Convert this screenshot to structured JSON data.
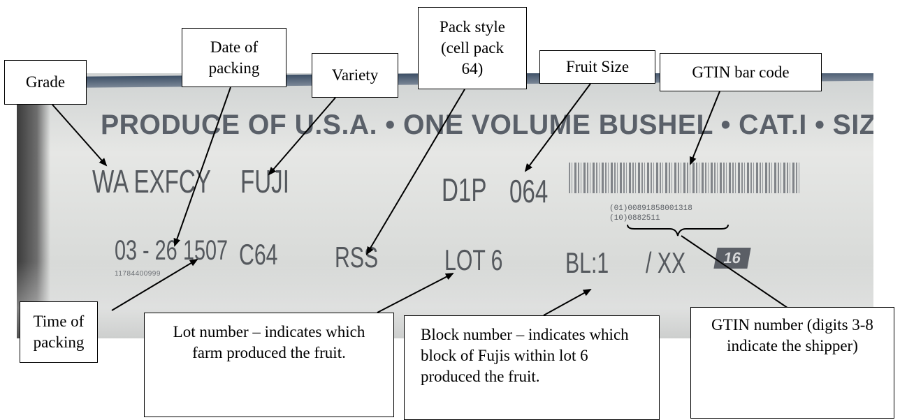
{
  "labels": {
    "grade": "Grade",
    "date_of_packing": "Date of packing",
    "variety": "Variety",
    "pack_style": "Pack style (cell pack 64)",
    "fruit_size": "Fruit Size",
    "gtin_bar_code": "GTIN bar code",
    "time_of_packing": "Time of packing",
    "lot_number": "Lot number – indicates which farm produced the fruit.",
    "block_number": "Block number – indicates which block of Fujis within lot 6 produced the fruit.",
    "gtin_number": "GTIN number (digits 3-8 indicate the shipper)"
  },
  "carton": {
    "headline": "PRODUCE OF U.S.A. • ONE VOLUME BUSHEL • CAT.I • SIZE",
    "grade_code": "WA EXFCY",
    "variety_code": "FUJI",
    "pack_code": "D1P",
    "size_code": "064",
    "date_code": "03 - 26",
    "time_code": "1507",
    "cell_code": "C64",
    "packer_code": "RSS",
    "lot_code": "LOT 6",
    "block_code": "BL:1",
    "xx_code": "/ XX",
    "badge_code": "16",
    "gtin_line_1": "(01)00891858001318",
    "gtin_line_2": "(10)0882511",
    "small_number": "11784400999"
  },
  "colors": {
    "ink": "#000000",
    "carton_print": "#4f555c",
    "band": "#3c4f66"
  }
}
